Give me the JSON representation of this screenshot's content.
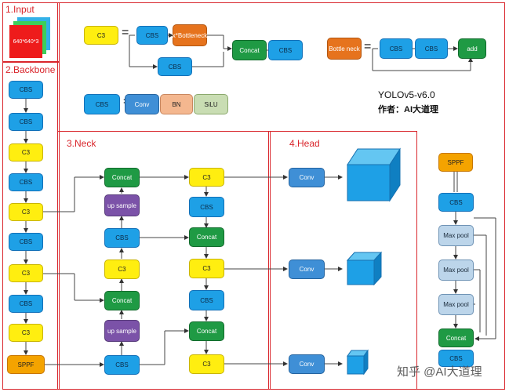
{
  "sections": {
    "input": "1.Input",
    "backbone": "2.Backbone",
    "neck": "3.Neck",
    "head": "4.Head"
  },
  "input_image_label": "640*640*3",
  "legend": {
    "c3": "C3",
    "cbs": "CBS",
    "bottleneck": "x*Bottleneck",
    "concat": "Concat",
    "bottle_neck": "Bottle neck",
    "add": "add",
    "conv": "Conv",
    "bn": "BN",
    "silu": "SiLU"
  },
  "title": "YOLOv5-v6.0",
  "author": "作者：AI大道理",
  "backbone_blocks": [
    "CBS",
    "CBS",
    "C3",
    "CBS",
    "C3",
    "CBS",
    "C3",
    "CBS",
    "C3",
    "SPPF"
  ],
  "neck_left": [
    "Concat",
    "up sample",
    "CBS",
    "C3",
    "Concat",
    "up sample",
    "CBS"
  ],
  "neck_right": [
    "C3",
    "CBS",
    "Concat",
    "C3",
    "CBS",
    "Concat",
    "C3"
  ],
  "head_blocks": [
    "Conv",
    "Conv",
    "Conv"
  ],
  "sppf_detail": [
    "SPPF",
    "CBS",
    "Max pool",
    "Max pool",
    "Max pool",
    "Concat",
    "CBS"
  ],
  "equals": "=",
  "watermark": "知乎 @AI大道理",
  "colors": {
    "cbs": "#1ea0e6",
    "c3": "#ffee10",
    "concat": "#1f9a44",
    "upsample": "#7b52a8",
    "sppf": "#f4a300",
    "border": "#d9262c"
  }
}
